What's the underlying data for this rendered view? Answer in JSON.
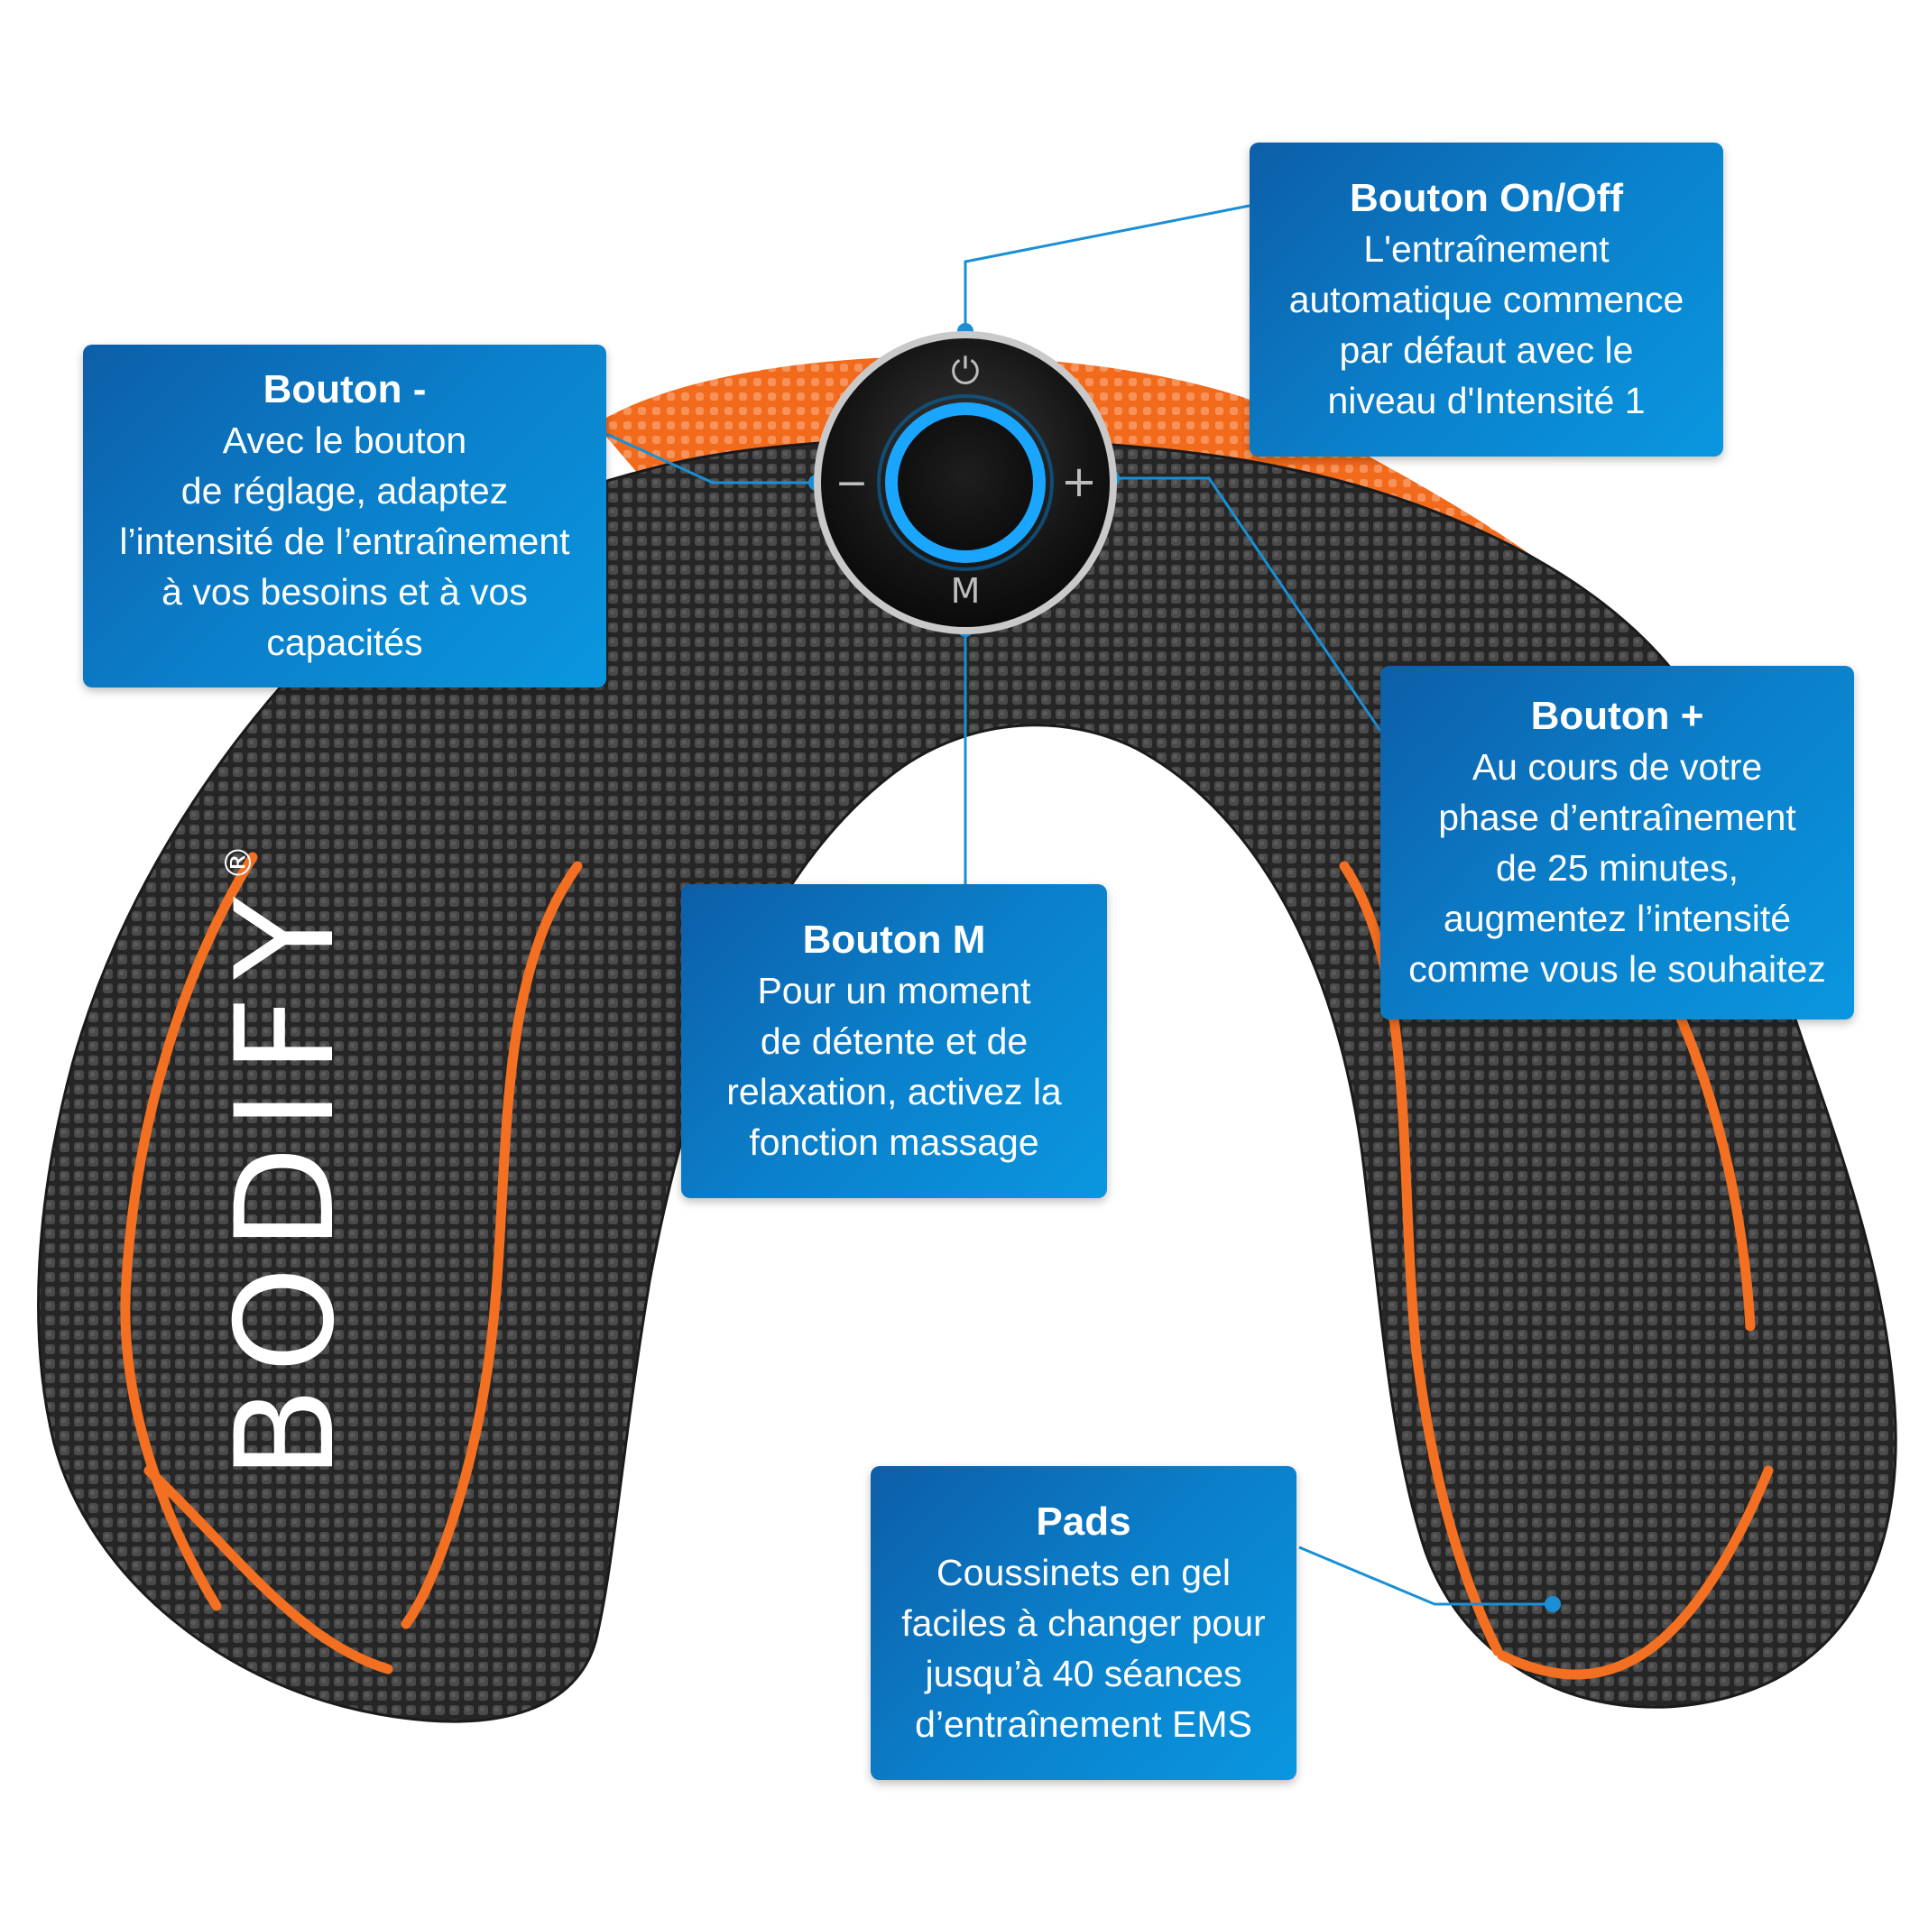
{
  "brand": {
    "name": "BODIFY",
    "mark": "®"
  },
  "device": {
    "power_symbol": "⏻",
    "minus_symbol": "−",
    "plus_symbol": "+",
    "mode_symbol": "M"
  },
  "colors": {
    "callout_blue": "#0b7fca",
    "pad_orange": "#f36f21",
    "pad_dark": "#2b2b2b",
    "ring_blue": "#1aa6ff",
    "leader_line": "#1a8fd6"
  },
  "callouts": {
    "onoff": {
      "title": "Bouton On/Off",
      "lines": [
        "L'entraînement",
        "automatique commence",
        "par défaut avec le",
        "niveau d'Intensité 1"
      ]
    },
    "minus": {
      "title": "Bouton -",
      "lines": [
        "Avec le bouton",
        "de réglage, adaptez",
        "l’intensité de l’entraînement",
        "à vos besoins et à vos",
        "capacités"
      ]
    },
    "plus": {
      "title": "Bouton +",
      "lines": [
        "Au cours de votre",
        "phase d’entraînement",
        "de 25 minutes,",
        "augmentez l’intensité",
        "comme vous le souhaitez"
      ]
    },
    "mode": {
      "title": "Bouton M",
      "lines": [
        "Pour un moment",
        "de détente et de",
        "relaxation, activez la",
        "fonction massage"
      ]
    },
    "pads": {
      "title": "Pads",
      "lines": [
        "Coussinets en gel",
        "faciles à changer pour",
        "jusqu’à 40 séances",
        "d’entraînement EMS"
      ]
    }
  }
}
